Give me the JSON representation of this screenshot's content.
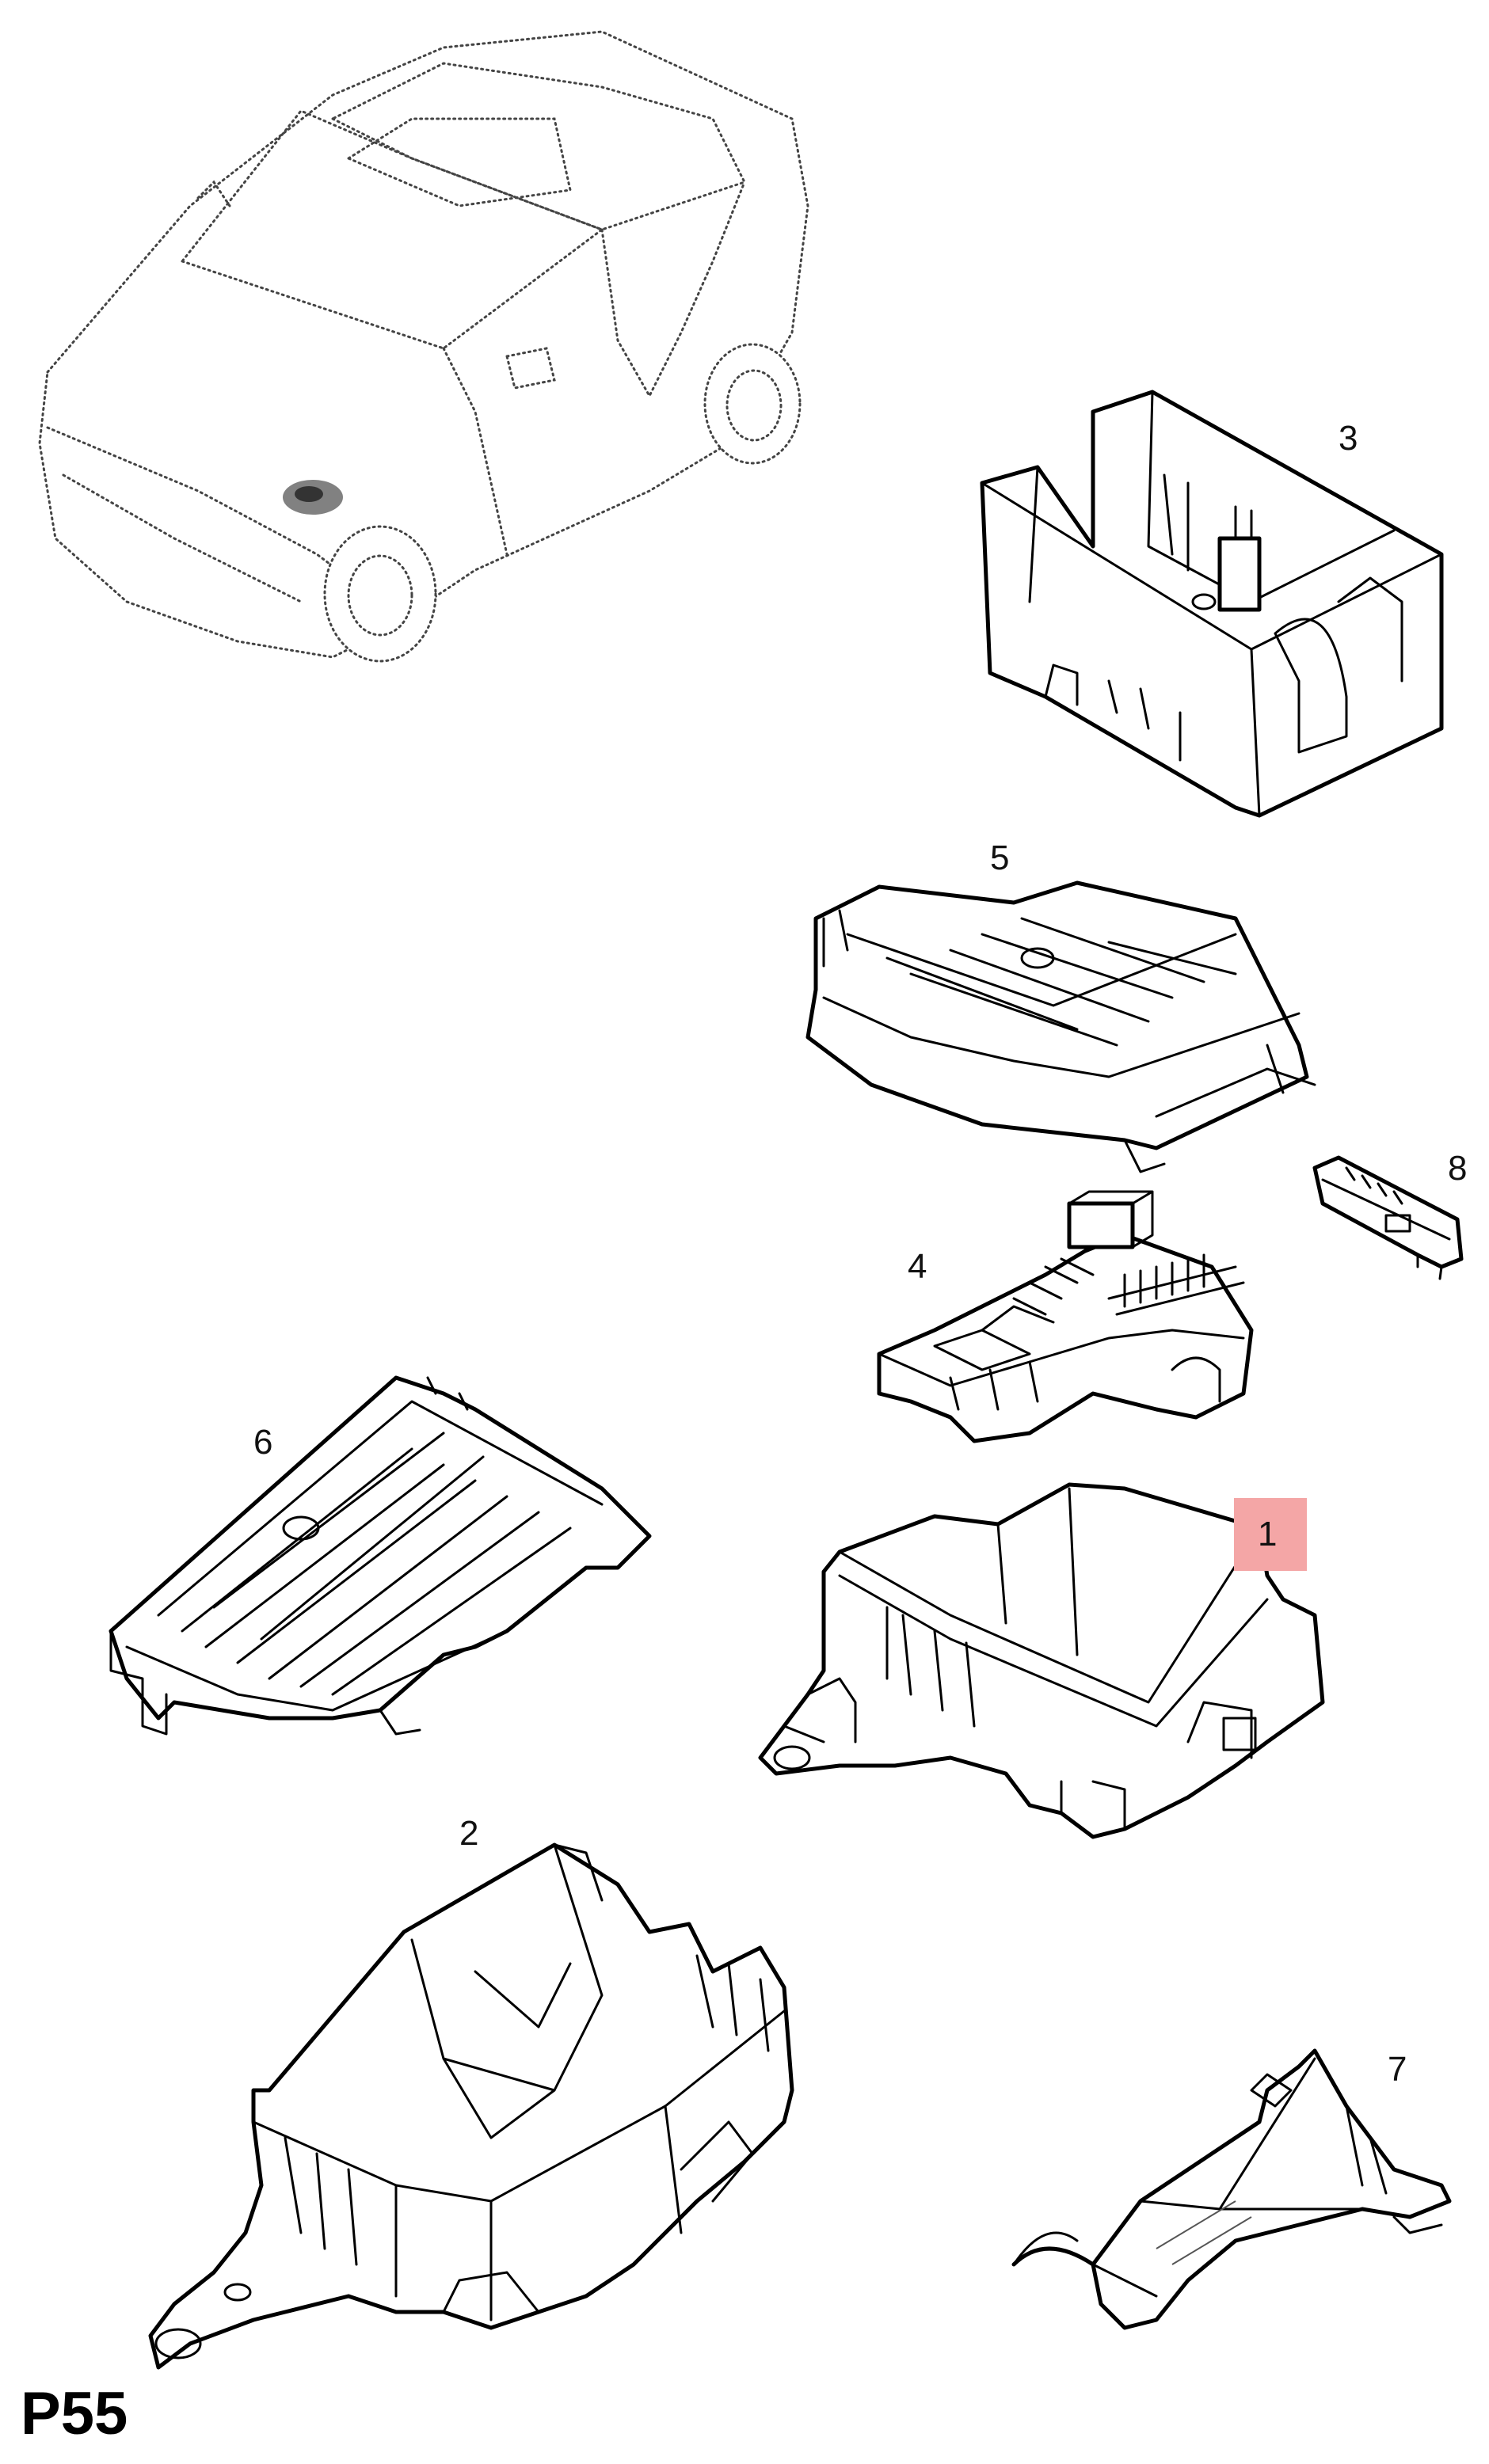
{
  "page_code": "P55",
  "highlight_color": "#f4a6a6",
  "highlighted_part": "1",
  "parts": [
    {
      "id": "vehicle",
      "label": ""
    },
    {
      "id": "part-3",
      "label": "3"
    },
    {
      "id": "part-5",
      "label": "5"
    },
    {
      "id": "part-8",
      "label": "8"
    },
    {
      "id": "part-4",
      "label": "4"
    },
    {
      "id": "part-6",
      "label": "6"
    },
    {
      "id": "part-1",
      "label": "1"
    },
    {
      "id": "part-2",
      "label": "2"
    },
    {
      "id": "part-7",
      "label": "7"
    }
  ]
}
